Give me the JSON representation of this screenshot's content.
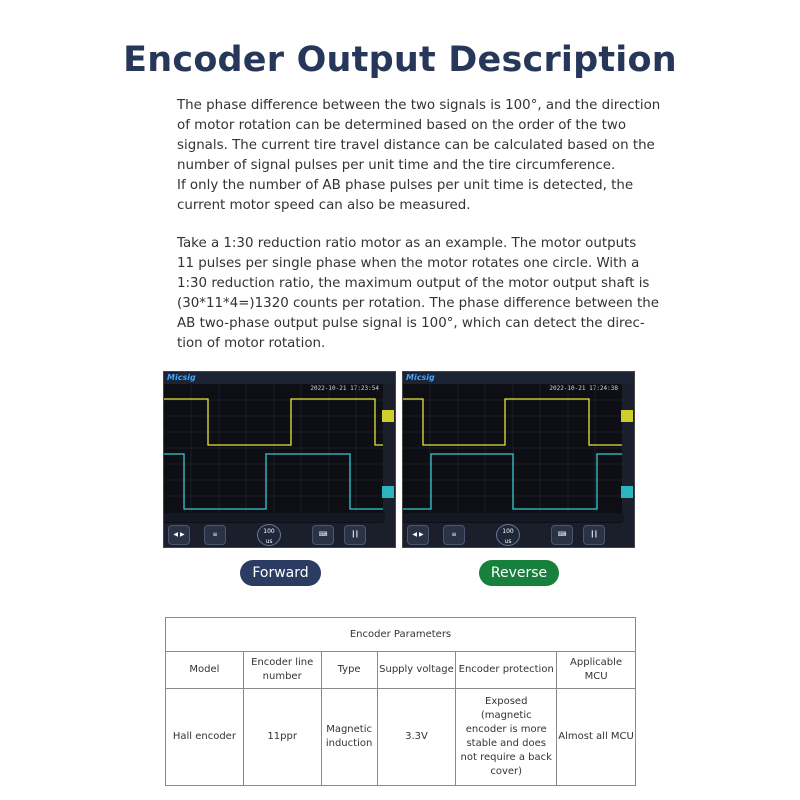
{
  "title": "Encoder Output Description",
  "paragraph1": [
    "The phase difference between the two signals is 100°, and the direction",
    "of motor rotation can be determined based on the order of the two",
    "signals. The current tire travel distance can be calculated based on the",
    "number of signal pulses per unit time and the tire circumference.",
    "If only the number of AB phase pulses per unit time is detected, the",
    "current motor speed can also be measured."
  ],
  "paragraph2": [
    "Take a 1:30 reduction ratio motor as an example. The motor outputs",
    "11 pulses per single phase when the motor rotates one circle. With a",
    "1:30 reduction ratio, the maximum output of the motor output shaft is",
    "(30*11*4=)1320 counts per rotation. The phase difference between the",
    "AB two-phase output pulse signal is 100°, which can detect the direc-",
    "tion of motor rotation."
  ],
  "scopes": [
    {
      "brand": "Micsig",
      "timestamp": "2022-10-21 17:23:54",
      "timebase": "100",
      "timebase_unit": "us",
      "label": "Forward",
      "wave_colors": {
        "ch1": "#e7e43a",
        "ch2": "#36c9d4"
      }
    },
    {
      "brand": "Micsig",
      "timestamp": "2022-10-21 17:24:38",
      "timebase": "100",
      "timebase_unit": "us",
      "label": "Reverse",
      "wave_colors": {
        "ch1": "#e7e43a",
        "ch2": "#36c9d4"
      }
    }
  ],
  "buttons": {
    "forward": {
      "label": "Forward",
      "color": "#2b3c63"
    },
    "reverse": {
      "label": "Reverse",
      "color": "#17803d"
    }
  },
  "table": {
    "caption": "Encoder Parameters",
    "headers": [
      "Model",
      "Encoder line number",
      "Type",
      "Supply voltage",
      "Encoder protection",
      "Applicable MCU"
    ],
    "row": [
      "Hall encoder",
      "11ppr",
      "Magnetic induction",
      "3.3V",
      "Exposed (magnetic encoder is more stable and does not require a back cover)",
      "Almost all MCU"
    ]
  },
  "colors": {
    "title": "#27375a",
    "text": "#333333",
    "table_border": "#8a8a8a"
  }
}
